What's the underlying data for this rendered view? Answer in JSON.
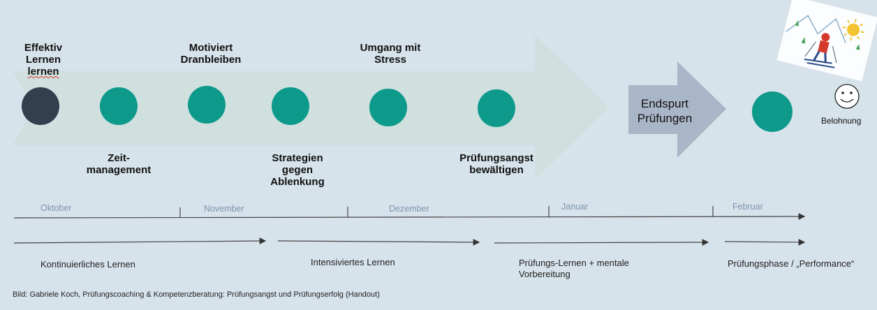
{
  "labels_top": [
    {
      "id": "effektiv",
      "text": "Effektiv\nLernen\nlernen"
    },
    {
      "id": "motiviert",
      "text": "Motiviert\nDranbleiben"
    },
    {
      "id": "stress",
      "text": "Umgang mit\nStress"
    }
  ],
  "labels_bottom": [
    {
      "id": "zeit",
      "text": "Zeit-\nmanagement"
    },
    {
      "id": "strategien",
      "text": "Strategien\ngegen\nAblenkung"
    },
    {
      "id": "angst",
      "text": "Prüfungsangst\nbewältigen"
    }
  ],
  "endspurt": "Endspurt\nPrüfungen",
  "belohnung": "Belohnung",
  "months": [
    "Oktober",
    "November",
    "Dezember",
    "Januar",
    "Februar"
  ],
  "phases": [
    "Kontinuierliches Lernen",
    "Intensiviertes Lernen",
    "Prüfungs-Lernen + mentale\nVorbereitung",
    "Prüfungsphase / „Performance“"
  ],
  "caption": "Bild: Gabriele Koch, Prüfungscoaching & Kompetenzberatung: Prüfungsangst und Prüfungserfolg (Handout)",
  "colors": {
    "background": "#d6e3ea",
    "big_arrow": "#cfe0df",
    "endspurt_arrow": "#a9b6c8",
    "dot_teal": "#0e9a8b",
    "dot_dark": "#333e4f",
    "month_text": "#7d93ad"
  }
}
